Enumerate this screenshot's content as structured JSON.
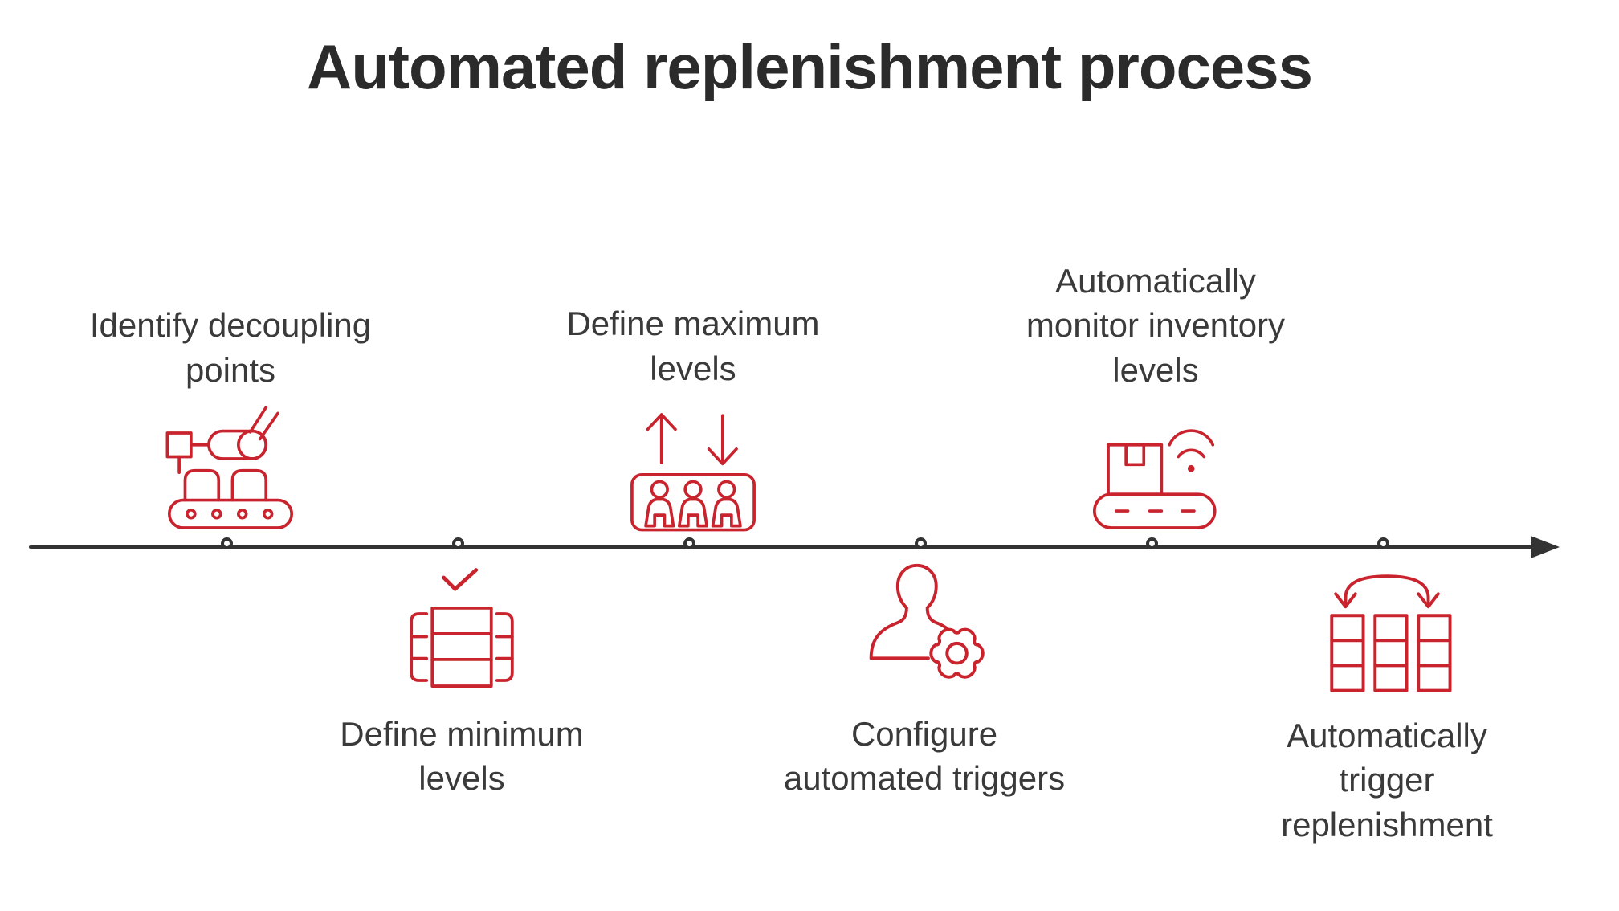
{
  "title": "Automated replenishment process",
  "colors": {
    "accent_red": "#c9242e",
    "line_dark": "#333333",
    "text_dark": "#3a3a3a"
  },
  "timeline": {
    "direction": "left-to-right",
    "node_count": 6
  },
  "steps": [
    {
      "label": "Identify decoupling\npoints",
      "position": "above",
      "icon": "robot-arm-conveyor-icon"
    },
    {
      "label": "Define minimum\nlevels",
      "position": "below",
      "icon": "checked-stock-crate-icon"
    },
    {
      "label": "Define maximum\nlevels",
      "position": "above",
      "icon": "max-level-capacity-icon"
    },
    {
      "label": "Configure\nautomated triggers",
      "position": "below",
      "icon": "user-gear-icon"
    },
    {
      "label": "Automatically\nmonitor inventory\nlevels",
      "position": "above",
      "icon": "smart-conveyor-box-icon"
    },
    {
      "label": "Automatically\ntrigger\nreplenishment",
      "position": "below",
      "icon": "stock-columns-swap-icon"
    }
  ]
}
